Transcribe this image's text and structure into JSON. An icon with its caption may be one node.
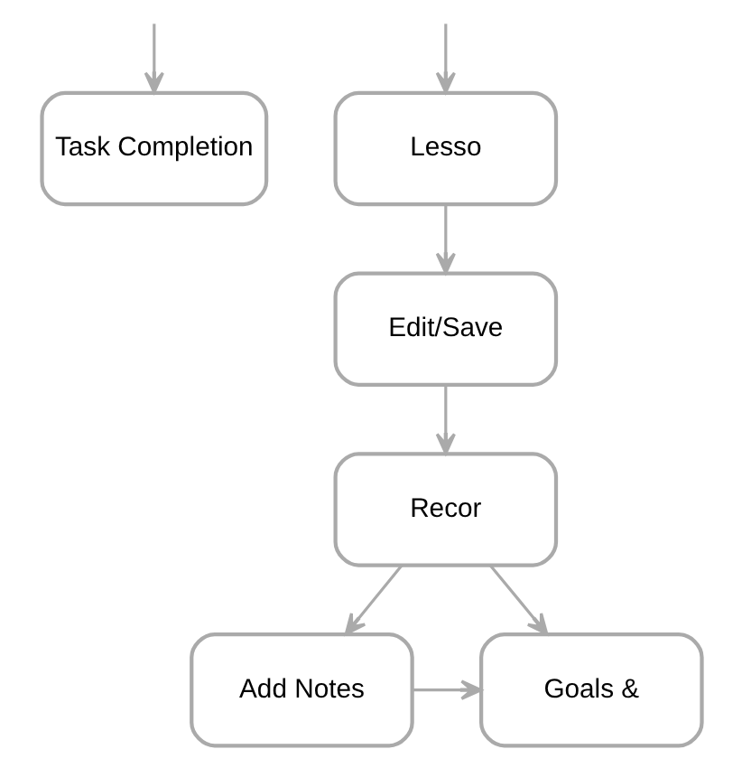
{
  "diagram": {
    "nodes": [
      {
        "text": [
          "Task Completion"
        ]
      },
      {
        "text": [
          "Lesso"
        ]
      },
      {
        "text": [
          "Edit/Save"
        ]
      },
      {
        "text": [
          "Recor"
        ]
      },
      {
        "text": [
          "Add Notes"
        ]
      },
      {
        "text": [
          "Goals &"
        ]
      }
    ],
    "edges": [
      {
        "from": null,
        "to": 0,
        "arrow": "to"
      },
      {
        "from": null,
        "to": 1,
        "arrow": "to"
      },
      {
        "from": 1,
        "to": 2,
        "arrow": "to"
      },
      {
        "from": 2,
        "to": 3,
        "arrow": "to"
      },
      {
        "from": 3,
        "to": 4,
        "arrow": "to"
      },
      {
        "from": 3,
        "to": 5,
        "arrow": "to"
      },
      {
        "from": 4,
        "to": 5,
        "arrow": "to"
      }
    ]
  }
}
